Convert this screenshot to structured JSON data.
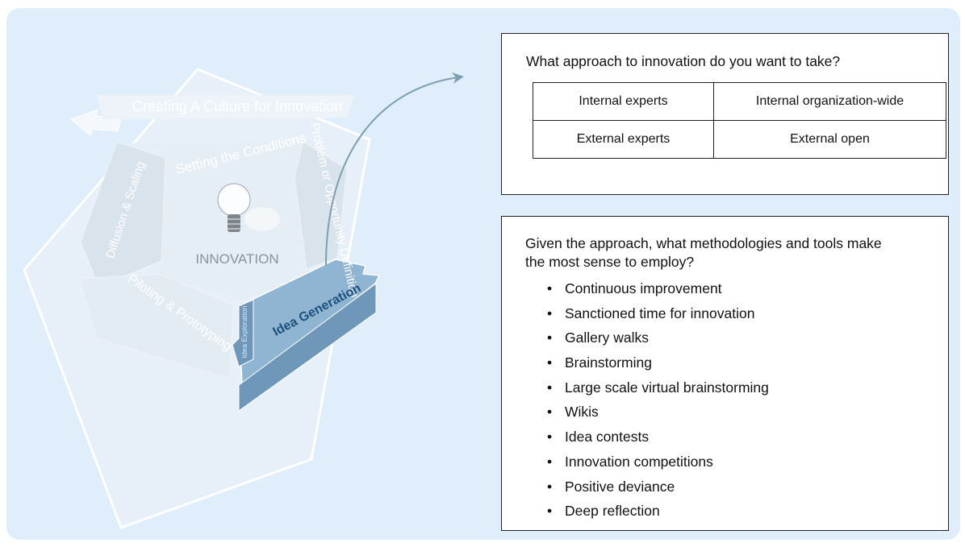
{
  "diagram": {
    "outer_label": "Creating A Culture for Innovation",
    "center_label": "INNOVATION",
    "center_top_label": "Setting the Conditions",
    "stages": {
      "idea_generation": "Idea Generation",
      "idea_exploration": "Idea Exploration",
      "piloting": "Piloting & Prototyping",
      "diffusion": "Diffusion & Scaling",
      "problem": "Problem or Opportunity Definition"
    },
    "colors": {
      "background": "#dfeefa",
      "faded_panel": "#e8eff5",
      "highlight_top": "#8fb5d3",
      "highlight_side": "#6e97b9",
      "highlight_text": "#1d4f7c",
      "arrow": "#7e9eb2"
    }
  },
  "approach": {
    "question": "What approach to innovation do you want to take?",
    "table": [
      [
        "Internal experts",
        "Internal organization-wide"
      ],
      [
        "External experts",
        "External open"
      ]
    ]
  },
  "methods": {
    "question": "Given the approach, what methodologies and tools make the most sense to employ?",
    "items": [
      "Continuous improvement",
      "Sanctioned time for innovation",
      "Gallery walks",
      "Brainstorming",
      "Large scale virtual brainstorming",
      "Wikis",
      "Idea contests",
      "Innovation competitions",
      "Positive deviance",
      "Deep reflection"
    ]
  }
}
